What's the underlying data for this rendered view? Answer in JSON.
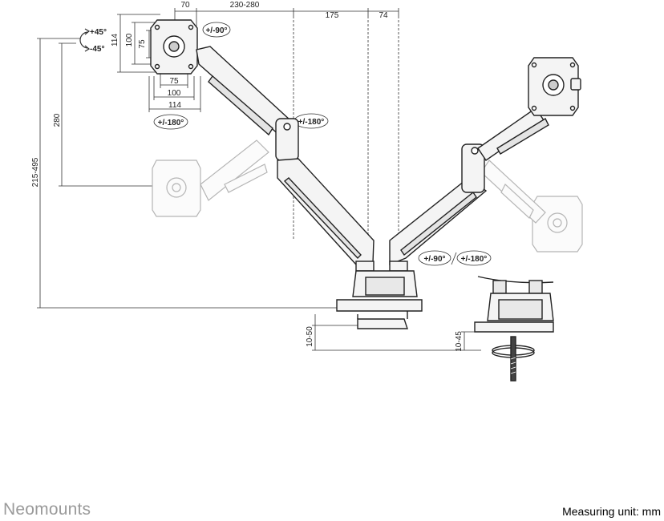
{
  "dimensions": {
    "top": [
      "70",
      "230-280",
      "175",
      "74"
    ],
    "plate_vertical": [
      "114",
      "100",
      "75"
    ],
    "plate_horizontal": [
      "75",
      "100",
      "114"
    ],
    "height_total": "215-495",
    "height_offset": "280",
    "clamp_thickness": "10-50",
    "grommet_thickness": "10-45"
  },
  "rotations": {
    "tilt_up": "+45°",
    "tilt_down": "-45°",
    "rotate_plate": "+/-90°",
    "swivel_plate": "+/-180°",
    "swivel_elbow": "+/-180°",
    "base_rotate": "+/-90°",
    "base_swivel": "+/-180°"
  },
  "footer": {
    "brand": "Neomounts",
    "unit": "Measuring unit: mm"
  },
  "colors": {
    "line": "#222222",
    "arm_fill": "#f4f4f4",
    "ghost": "#b0b0b0",
    "brand": "#9a9a9a"
  }
}
